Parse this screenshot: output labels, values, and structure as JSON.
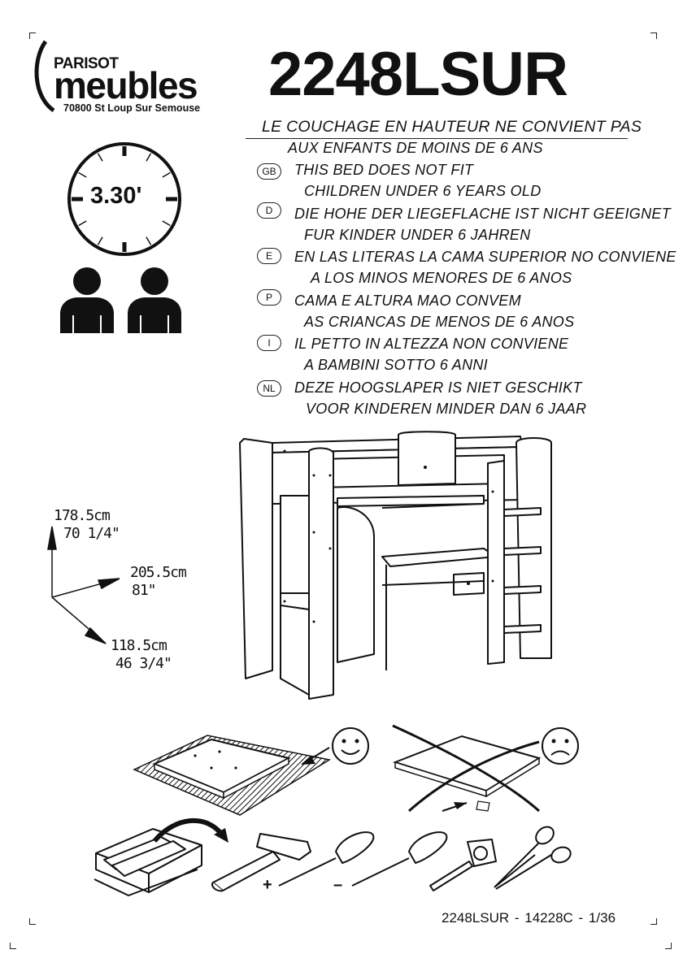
{
  "logo": {
    "brand_top": "PARISOT",
    "brand_main": "meubles",
    "address": "70800 St Loup Sur Semouse"
  },
  "reference": "2248LSUR",
  "warnings": {
    "main": [
      "LE COUCHAGE EN HAUTEUR NE CONVIENT PAS",
      "AUX ENFANTS DE MOINS DE 6 ANS"
    ],
    "translations": [
      {
        "code": "GB",
        "lines": [
          "THIS BED DOES NOT FIT",
          "CHILDREN UNDER 6 YEARS OLD"
        ]
      },
      {
        "code": "D",
        "lines": [
          "DIE HOHE DER LIEGEFLACHE IST NICHT GEEIGNET",
          "FUR KINDER UNDER 6 JAHREN"
        ]
      },
      {
        "code": "E",
        "lines": [
          "EN LAS LITERAS LA CAMA SUPERIOR NO CONVIENE",
          "A LOS MINOS MENORES DE 6 ANOS"
        ]
      },
      {
        "code": "P",
        "lines": [
          "CAMA E ALTURA MAO CONVEM",
          "AS CRIANCAS DE MENOS DE 6 ANOS"
        ]
      },
      {
        "code": "I",
        "lines": [
          "IL PETTO IN ALTEZZA NON CONVIENE",
          "A BAMBINI SOTTO 6 ANNI"
        ]
      },
      {
        "code": "NL",
        "lines": [
          "DEZE HOOGSLAPER IS NIET GESCHIKT",
          "VOOR KINDEREN MINDER DAN 6 JAAR"
        ]
      }
    ]
  },
  "assembly_time": "3.30'",
  "persons_required": 2,
  "dimensions": {
    "height_cm": "178.5cm",
    "height_in": "70 1/4\"",
    "width_cm": "205.5cm",
    "width_in": "81\"",
    "depth_cm": "118.5cm",
    "depth_in": "46 3/4\""
  },
  "tools": {
    "plus_sign": "+",
    "minus_sign": "–"
  },
  "icons": [
    "clock-icon",
    "person-icon",
    "happy-face-icon",
    "sad-face-icon",
    "toolbox-icon",
    "hammer-icon",
    "phillips-screwdriver-icon",
    "flat-screwdriver-icon",
    "tape-measure-icon",
    "scissors-icon"
  ],
  "footer": "2248LSUR - 14228C - 1/36"
}
